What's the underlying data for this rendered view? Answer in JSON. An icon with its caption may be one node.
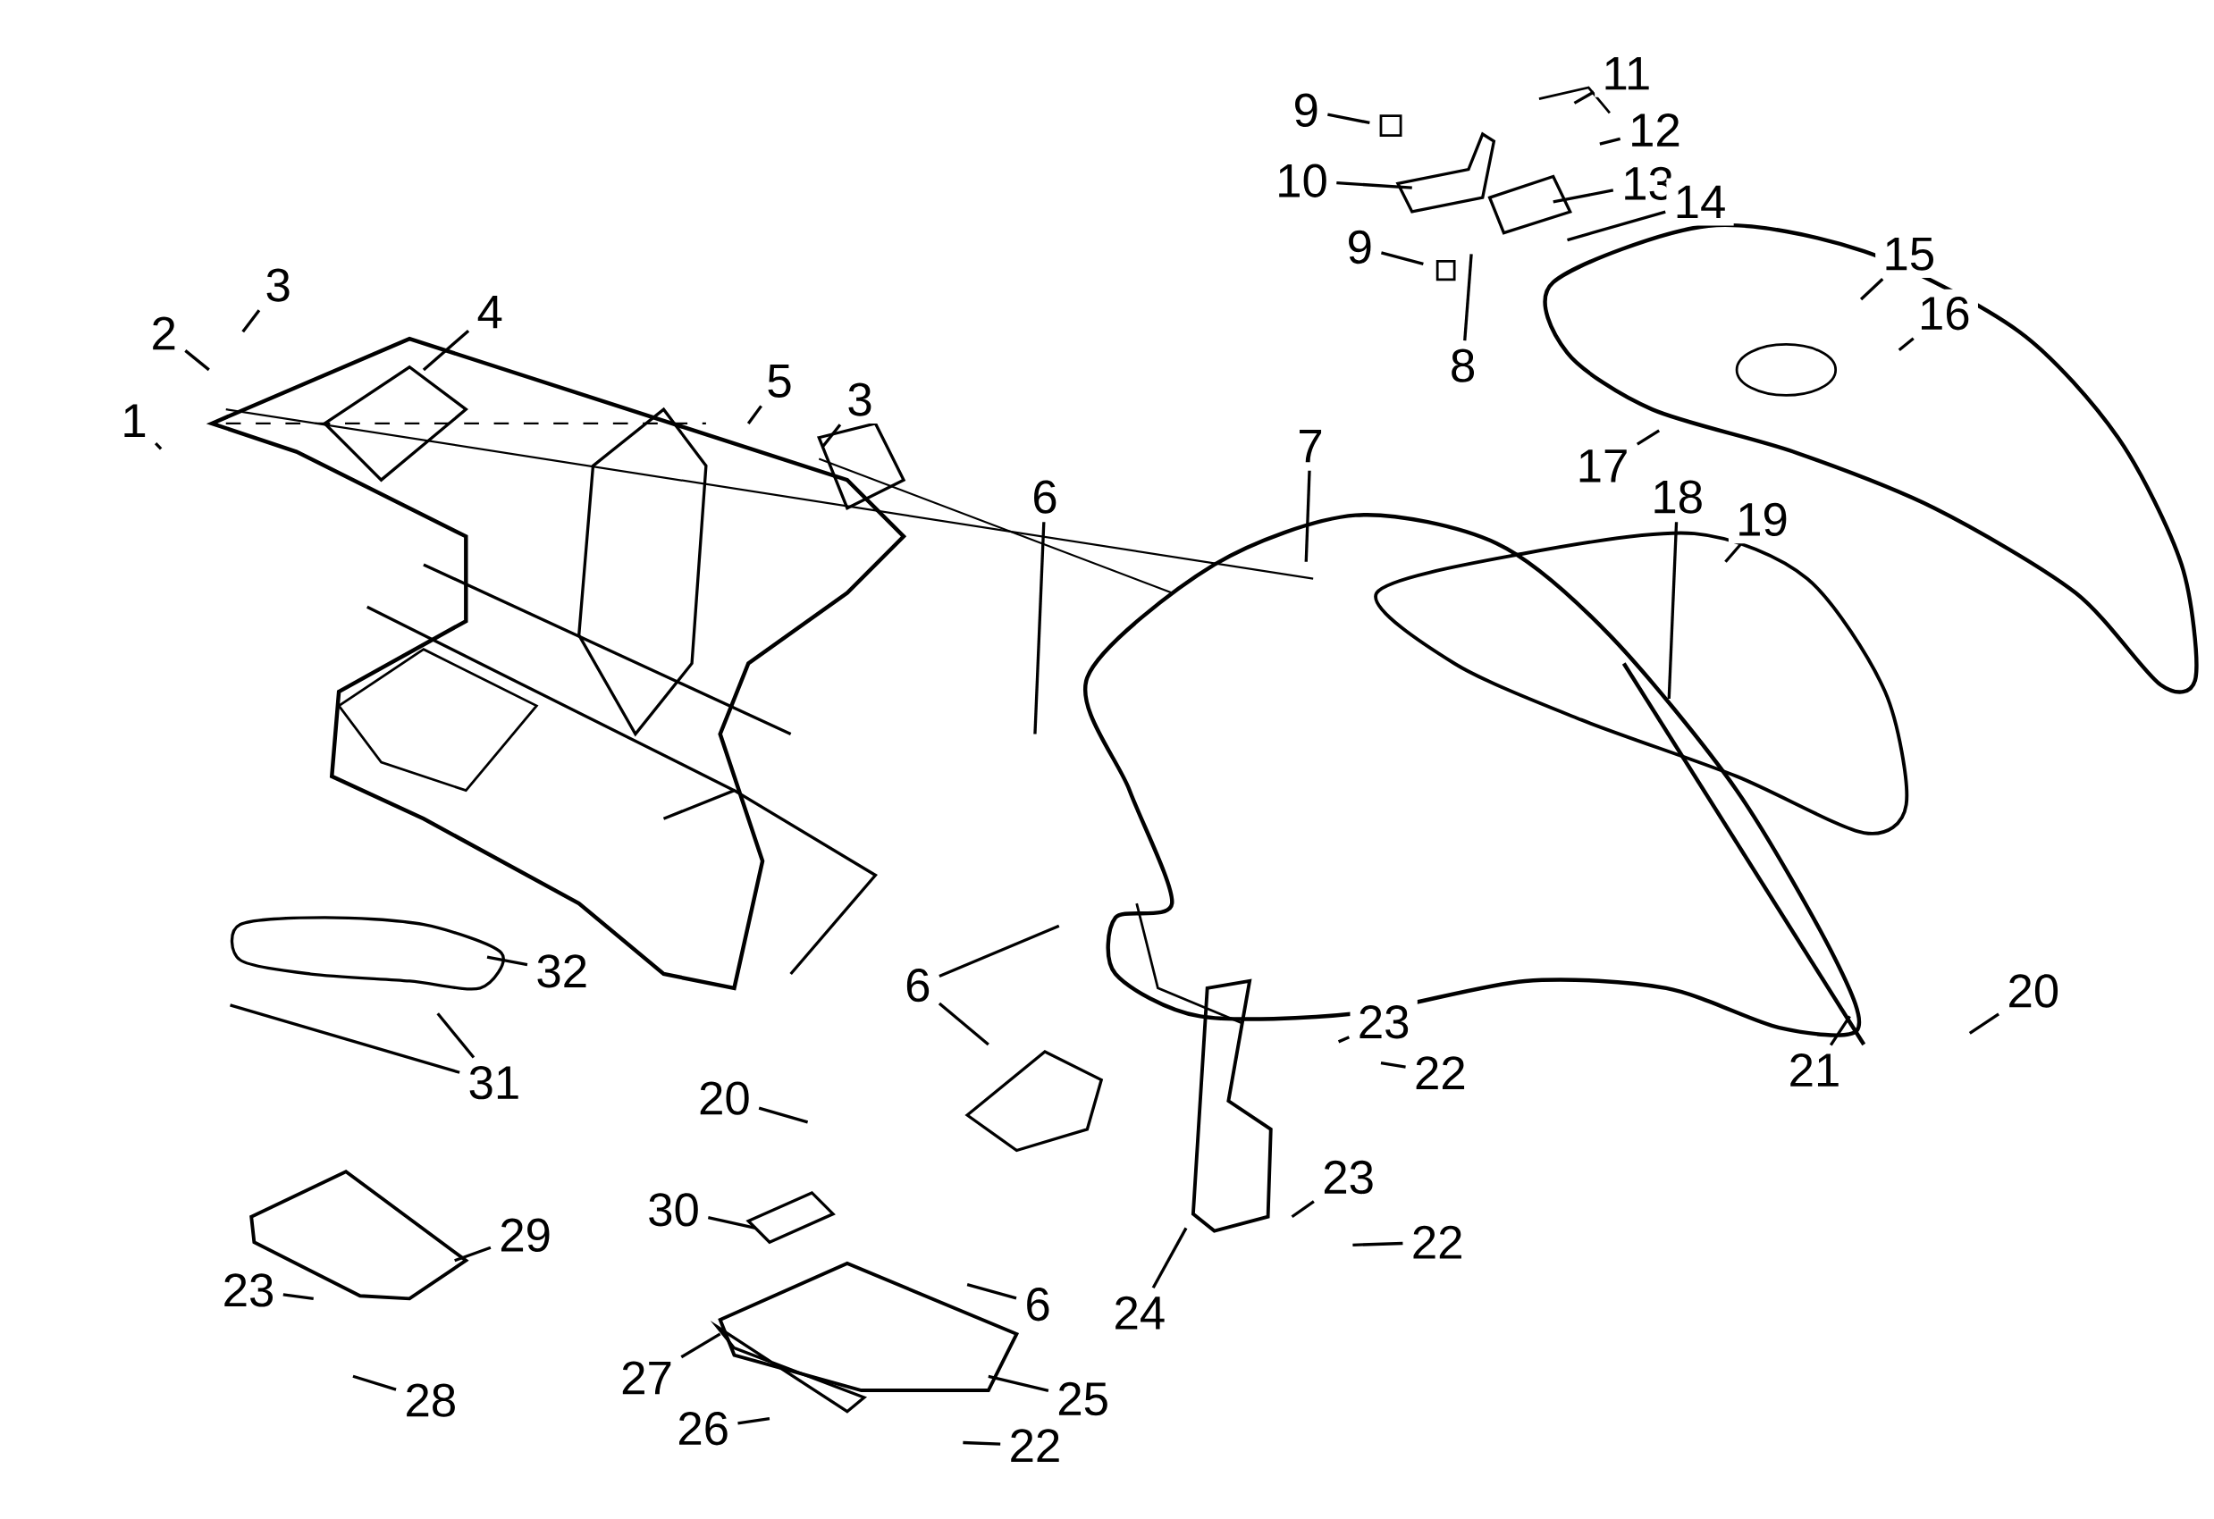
{
  "diagram": {
    "nodes": [
      {
        "text": [
          "1"
        ]
      },
      {
        "text": [
          "2"
        ]
      },
      {
        "text": [
          "3"
        ]
      },
      {
        "text": [
          "4"
        ]
      },
      {
        "text": [
          "5"
        ]
      },
      {
        "text": [
          "3"
        ]
      },
      {
        "text": [
          "6"
        ]
      },
      {
        "text": [
          "7"
        ]
      },
      {
        "text": [
          "8"
        ]
      },
      {
        "text": [
          "9"
        ]
      },
      {
        "text": [
          "10"
        ]
      },
      {
        "text": [
          "9"
        ]
      },
      {
        "text": [
          "11"
        ]
      },
      {
        "text": [
          "12"
        ]
      },
      {
        "text": [
          "13"
        ]
      },
      {
        "text": [
          "14"
        ]
      },
      {
        "text": [
          "15"
        ]
      },
      {
        "text": [
          "16"
        ]
      },
      {
        "text": [
          "17"
        ]
      },
      {
        "text": [
          "18"
        ]
      },
      {
        "text": [
          "19"
        ]
      },
      {
        "text": [
          "20"
        ]
      },
      {
        "text": [
          "21"
        ]
      },
      {
        "text": [
          "6"
        ]
      },
      {
        "text": [
          "23"
        ]
      },
      {
        "text": [
          "22"
        ]
      },
      {
        "text": [
          "23"
        ]
      },
      {
        "text": [
          "22"
        ]
      },
      {
        "text": [
          "20"
        ]
      },
      {
        "text": [
          "30"
        ]
      },
      {
        "text": [
          "29"
        ]
      },
      {
        "text": [
          "23"
        ]
      },
      {
        "text": [
          "28"
        ]
      },
      {
        "text": [
          "6"
        ]
      },
      {
        "text": [
          "24"
        ]
      },
      {
        "text": [
          "27"
        ]
      },
      {
        "text": [
          "26"
        ]
      },
      {
        "text": [
          "25"
        ]
      },
      {
        "text": [
          "22"
        ]
      },
      {
        "text": [
          "32"
        ]
      },
      {
        "text": [
          "31"
        ]
      }
    ],
    "edges": [
      {
        "from": 0,
        "to": null,
        "arrow": "none"
      },
      {
        "from": 1,
        "to": null,
        "arrow": "none"
      },
      {
        "from": 2,
        "to": null,
        "arrow": "none"
      },
      {
        "from": 3,
        "to": null,
        "arrow": "none"
      },
      {
        "from": 4,
        "to": null,
        "arrow": "none"
      },
      {
        "from": 5,
        "to": null,
        "arrow": "none"
      },
      {
        "from": 6,
        "to": null,
        "arrow": "none"
      },
      {
        "from": 7,
        "to": null,
        "arrow": "none"
      },
      {
        "from": 8,
        "to": null,
        "arrow": "none"
      },
      {
        "from": 9,
        "to": null,
        "arrow": "none"
      },
      {
        "from": 10,
        "to": null,
        "arrow": "none"
      },
      {
        "from": 11,
        "to": null,
        "arrow": "none"
      },
      {
        "from": 12,
        "to": null,
        "arrow": "none"
      },
      {
        "from": 13,
        "to": null,
        "arrow": "none"
      },
      {
        "from": 14,
        "to": null,
        "arrow": "none"
      },
      {
        "from": 15,
        "to": null,
        "arrow": "none"
      },
      {
        "from": 16,
        "to": null,
        "arrow": "none"
      },
      {
        "from": 17,
        "to": null,
        "arrow": "none"
      },
      {
        "from": 18,
        "to": null,
        "arrow": "none"
      },
      {
        "from": 19,
        "to": null,
        "arrow": "none"
      },
      {
        "from": 20,
        "to": null,
        "arrow": "none"
      },
      {
        "from": 21,
        "to": null,
        "arrow": "none"
      },
      {
        "from": 22,
        "to": null,
        "arrow": "none"
      },
      {
        "from": 23,
        "to": null,
        "arrow": "none"
      },
      {
        "from": 23,
        "to": null,
        "arrow": "none"
      },
      {
        "from": 24,
        "to": null,
        "arrow": "none"
      },
      {
        "from": 25,
        "to": null,
        "arrow": "none"
      },
      {
        "from": 26,
        "to": null,
        "arrow": "none"
      },
      {
        "from": 27,
        "to": null,
        "arrow": "none"
      },
      {
        "from": 28,
        "to": null,
        "arrow": "none"
      },
      {
        "from": 29,
        "to": null,
        "arrow": "none"
      },
      {
        "from": 30,
        "to": null,
        "arrow": "none"
      },
      {
        "from": 31,
        "to": null,
        "arrow": "none"
      },
      {
        "from": 32,
        "to": null,
        "arrow": "none"
      },
      {
        "from": 33,
        "to": null,
        "arrow": "none"
      },
      {
        "from": 34,
        "to": null,
        "arrow": "none"
      },
      {
        "from": 35,
        "to": null,
        "arrow": "none"
      },
      {
        "from": 36,
        "to": null,
        "arrow": "none"
      },
      {
        "from": 37,
        "to": null,
        "arrow": "none"
      },
      {
        "from": 38,
        "to": null,
        "arrow": "none"
      },
      {
        "from": 39,
        "to": null,
        "arrow": "none"
      },
      {
        "from": 40,
        "to": null,
        "arrow": "none"
      },
      {
        "from": 40,
        "to": null,
        "arrow": "none"
      }
    ]
  }
}
